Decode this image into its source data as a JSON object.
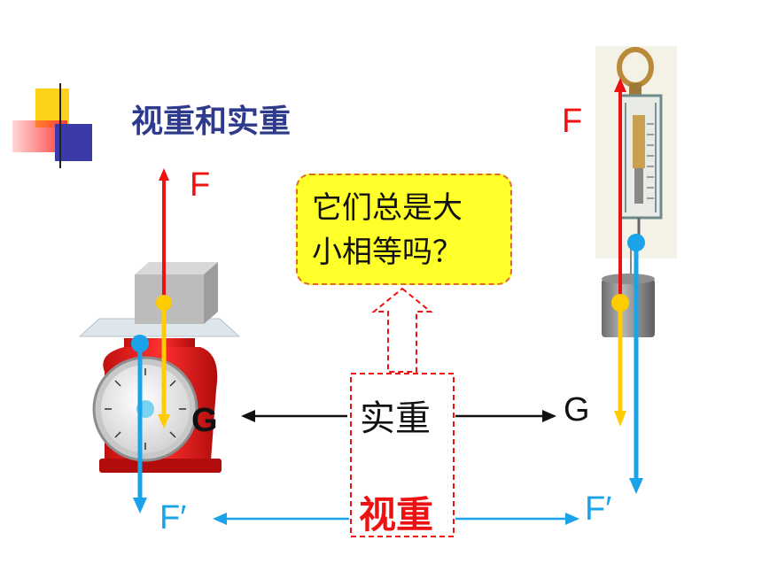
{
  "title": "视重和实重",
  "question": {
    "line1": "它们总是大",
    "line2": "小相等吗？"
  },
  "labels": {
    "real_weight": "实重",
    "apparent_weight": "视重",
    "force_left_top": "F",
    "force_right_top": "F",
    "gravity_left": "G",
    "gravity_right": "G",
    "support_left": "F′",
    "support_right": "F′"
  },
  "colors": {
    "title": "#2e3a8c",
    "force_red": "#ee1111",
    "gravity_yellow": "#ffcc00",
    "reaction_blue": "#1aa3e8",
    "bubble_fill": "#ffff2a"
  }
}
